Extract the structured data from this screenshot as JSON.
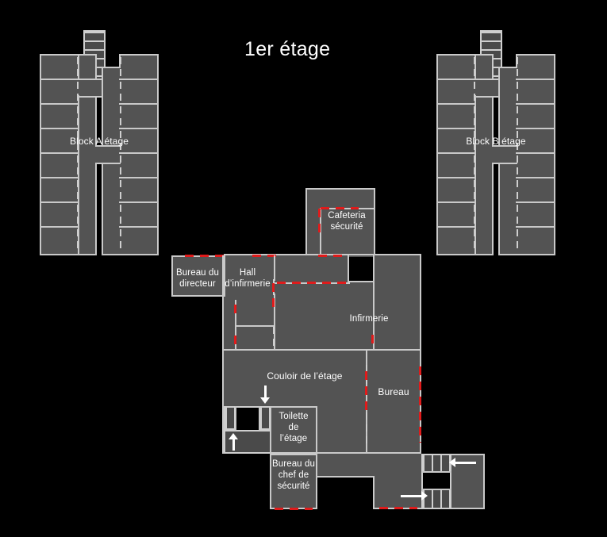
{
  "title": "1er étage",
  "blocks": {
    "a": {
      "label": "Block A étage",
      "stair_direction": "up",
      "left_rooms": 8,
      "right_rooms": 8
    },
    "b": {
      "label": "Block B étage",
      "stair_direction": "up",
      "left_rooms": 8,
      "right_rooms": 8
    }
  },
  "central": {
    "rooms": [
      {
        "key": "cafeteria",
        "label": "Cafeteria\nsécurité"
      },
      {
        "key": "bureau_directeur",
        "label": "Bureau du\ndirecteur"
      },
      {
        "key": "hall_infirmerie",
        "label": "Hall\nd’infirmerie"
      },
      {
        "key": "infirmerie",
        "label": "Infirmerie"
      },
      {
        "key": "couloir",
        "label": "Couloir de l’étage"
      },
      {
        "key": "bureau",
        "label": "Bureau"
      },
      {
        "key": "toilette",
        "label": "Toilette\nde\nl’étage"
      },
      {
        "key": "bureau_chef_securite",
        "label": "Bureau du\nchef de\nsécurité"
      }
    ],
    "stair_arrows": [
      {
        "key": "couloir-down",
        "direction": "down"
      },
      {
        "key": "toilette-stair-up",
        "direction": "up"
      },
      {
        "key": "se-stair-left",
        "direction": "left"
      },
      {
        "key": "se-stair-right",
        "direction": "right"
      }
    ]
  },
  "colors": {
    "background": "#000000",
    "room_fill": "#535353",
    "wall": "#c9c9c9",
    "door_dash": "#cfcfcf",
    "emergency_path": "#e01b1b",
    "text": "#ffffff"
  }
}
